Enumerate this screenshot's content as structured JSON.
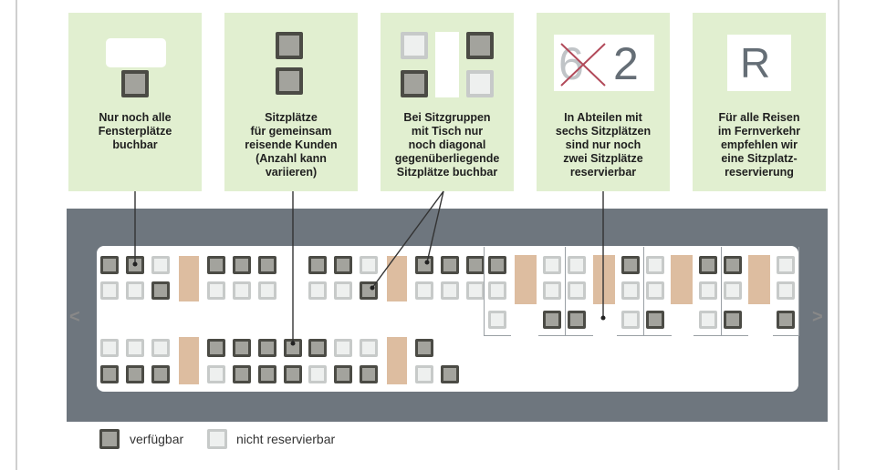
{
  "captions": {
    "c1": [
      "Nur noch alle",
      "Fensterplätze",
      "buchbar"
    ],
    "c2": [
      "Sitzplätze",
      "für gemeinsam",
      "reisende Kunden",
      "(Anzahl kann",
      "variieren)"
    ],
    "c3": [
      "Bei Sitzgruppen",
      "mit Tisch nur",
      "noch diagonal",
      "gegenüberliegende",
      "Sitzplätze buchbar"
    ],
    "c4": [
      "In Abteilen mit",
      "sechs Sitzplätzen",
      "sind nur noch",
      "zwei Sitzplätze",
      "reservierbar"
    ],
    "c5": [
      "Für alle Reisen",
      "im Fernverkehr",
      "empfehlen wir",
      "eine Sitzplatz-",
      "reservierung"
    ]
  },
  "icons": {
    "old_count": "6",
    "new_count": "2",
    "reservation_letter": "R"
  },
  "legend": {
    "available": "verfügbar",
    "not_reservable": "nicht reservierbar"
  },
  "arrows": {
    "left": "<",
    "right": ">"
  },
  "colors": {
    "card": "#e1efd0",
    "train_body": "#6e767e",
    "seat_available": "#a3a39d",
    "seat_unavailable": "#eef0ef",
    "table": "#ddbda0",
    "strike": "#b24a5a"
  }
}
